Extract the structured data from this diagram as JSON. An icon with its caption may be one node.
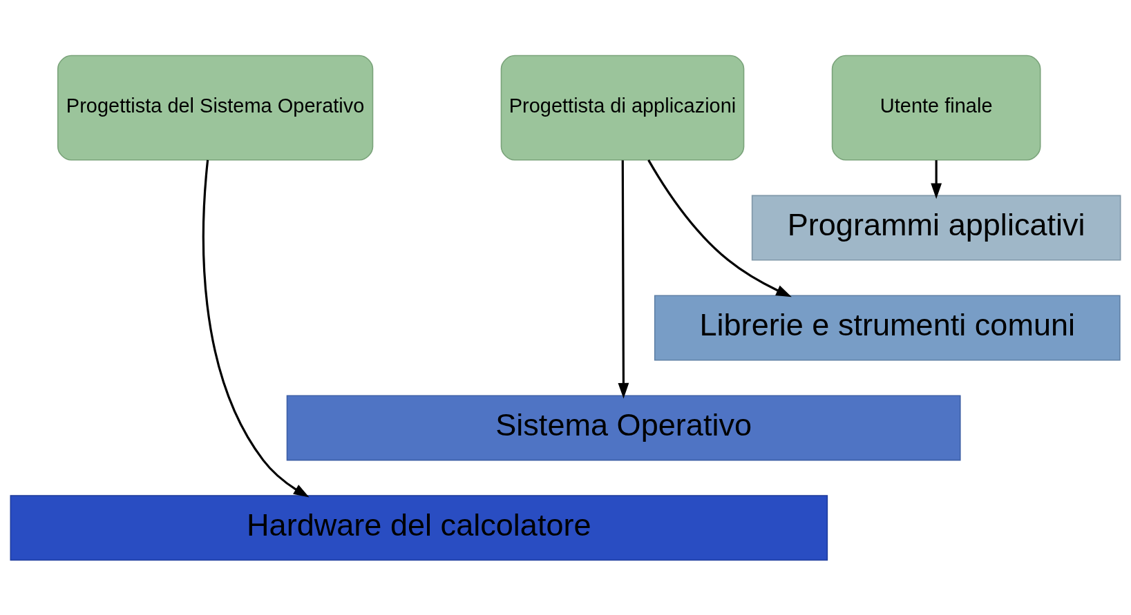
{
  "diagram": {
    "nodes": [
      {
        "text": [
          "Utente finale"
        ]
      },
      {
        "text": [
          "Progettista di applicazioni"
        ]
      },
      {
        "text": [
          "Progettista del Sistema Operativo"
        ]
      },
      {
        "text": [
          "Programmi applicativi"
        ]
      },
      {
        "text": [
          "Librerie e strumenti comuni"
        ]
      },
      {
        "text": [
          "Sistema Operativo"
        ]
      },
      {
        "text": [
          "Hardware del calcolatore"
        ]
      }
    ],
    "edges": [
      {
        "from": 0,
        "to": 3,
        "arrow": "to"
      },
      {
        "from": 1,
        "to": 4,
        "arrow": "to"
      },
      {
        "from": 1,
        "to": 5,
        "arrow": "to"
      },
      {
        "from": 2,
        "to": 6,
        "arrow": "to"
      }
    ]
  }
}
